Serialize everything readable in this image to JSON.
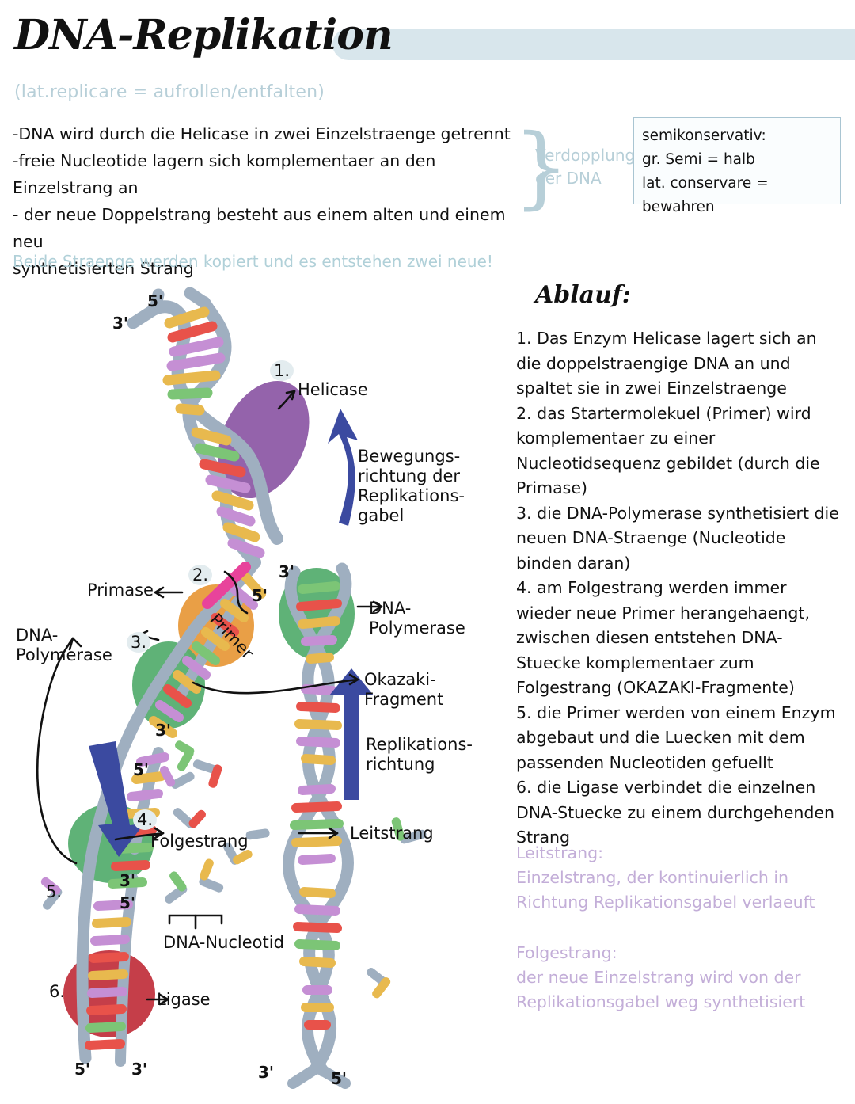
{
  "header": {
    "title": "DNA-Replikation",
    "subtitle": "(lat.replicare = aufrollen/entfalten)",
    "bar_color": "#d8e6ec"
  },
  "intro": {
    "bullets": [
      "-DNA wird durch die Helicase in zwei Einzelstraenge getrennt",
      "-freie Nucleotide lagern sich komplementaer an den Einzelstrang an",
      "- der neue Doppelstrang besteht aus einem alten und einem neu",
      "synthetisierten Strang"
    ],
    "brace_label_line1": "Verdopplung",
    "brace_label_line2": "der DNA",
    "brace_glyph": "}"
  },
  "semikonservativ": {
    "line1": "semikonservativ:",
    "line2": "gr. Semi = halb",
    "line3": "lat. conservare = bewahren",
    "border_color": "#a9c5d2"
  },
  "teal_note": "Beide Straenge werden kopiert und es entstehen zwei neue!",
  "ablauf": {
    "title": "Ablauf:",
    "steps": [
      "1. Das Enzym Helicase lagert sich an die doppelstraengige DNA an und spaltet sie in zwei Einzelstraenge",
      "2. das Startermolekuel (Primer) wird komplementaer zu einer Nucleotidsequenz gebildet (durch die Primase)",
      "3. die DNA-Polymerase synthetisiert die neuen DNA-Straenge (Nucleotide binden daran)",
      "4. am Folgestrang werden immer wieder neue Primer herangehaengt, zwischen diesen entstehen DNA-Stuecke komplementaer zum Folgestrang (OKAZAKI-Fragmente)",
      "5. die Primer werden von einem Enzym abgebaut und die Luecken mit dem passenden Nucleotiden gefuellt",
      "6. die Ligase verbindet die einzelnen DNA-Stuecke zu einem durchgehenden Strang"
    ]
  },
  "definitions": {
    "leitstrang_term": "Leitstrang:",
    "leitstrang_text": "Einzelstrang, der kontinuierlich in Richtung Replikationsgabel verlaeuft",
    "folgestrang_term": "Folgestrang:",
    "folgestrang_text": "der neue Einzelstrang wird von der Replikationsgabel weg synthetisiert",
    "color": "#c3aed8"
  },
  "diagram": {
    "labels": {
      "helicase": "Helicase",
      "bewegungsrichtung": "Bewegungs-\nrichtung der\nReplikations-\ngabel",
      "primase": "Primase",
      "dna_polymerase_left": "DNA-\nPolymerase",
      "dna_polymerase_right": "DNA-\nPolymerase",
      "primer": "Primer",
      "okazaki": "Okazaki-\nFragment",
      "replikationsrichtung": "Replikations-\nrichtung",
      "folgestrang": "Folgestrang",
      "leitstrang": "Leitstrang",
      "dna_nucleotid": "DNA-Nucleotid",
      "ligase": "Ligase"
    },
    "step_markers": [
      "1.",
      "2.",
      "3.",
      "4.",
      "5.",
      "6."
    ],
    "prime_ends": [
      "5'",
      "3'",
      "3'",
      "5'",
      "3'",
      "5'",
      "3'",
      "5'",
      "5'",
      "3'",
      "3'",
      "5'"
    ],
    "colors": {
      "backbone": "#9fafc0",
      "base_red": "#e8524a",
      "base_green": "#7cc576",
      "base_purple": "#c58fd4",
      "base_yellow": "#e8b94e",
      "helicase_ellipse": "#8e5ba6",
      "primase_ellipse": "#e89a3c",
      "polymerase_ellipse": "#56ae70",
      "ligase_ellipse": "#c2343f",
      "primer_strand": "#e8439b",
      "arrow_blue": "#3b4aa0"
    }
  }
}
